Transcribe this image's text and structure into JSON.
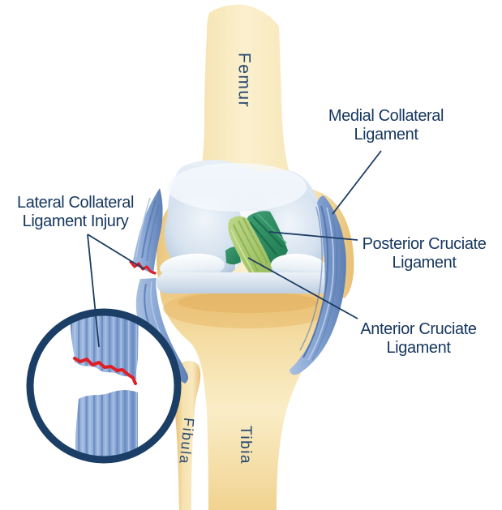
{
  "figure": {
    "type": "medical-anatomy-diagram",
    "subject": "Knee joint ligaments with lateral collateral ligament injury"
  },
  "labels": {
    "femur": "Femur",
    "tibia": "Tibia",
    "fibula": "Fibula",
    "medial_collateral": "Medial Collateral\nLigament",
    "lateral_collateral_injury": "Lateral Collateral\nLigament Injury",
    "posterior_cruciate": "Posterior Cruciate\nLigament",
    "anterior_cruciate": "Anterior Cruciate\nLigament"
  },
  "colors": {
    "label_text": "#15365E",
    "leader_line": "#1C3C64",
    "inset_ring": "#1B3E66",
    "tear_red": "#E01E26",
    "bone_light": "#FBF0CE",
    "bone_shadow": "#EAC178",
    "cartilage_blue": "#C9D9EB",
    "ligament_blue": "#84A3D4",
    "pcl_green": "#2B8E62",
    "acl_green": "#A6C86D",
    "background": "#FFFFFF"
  }
}
